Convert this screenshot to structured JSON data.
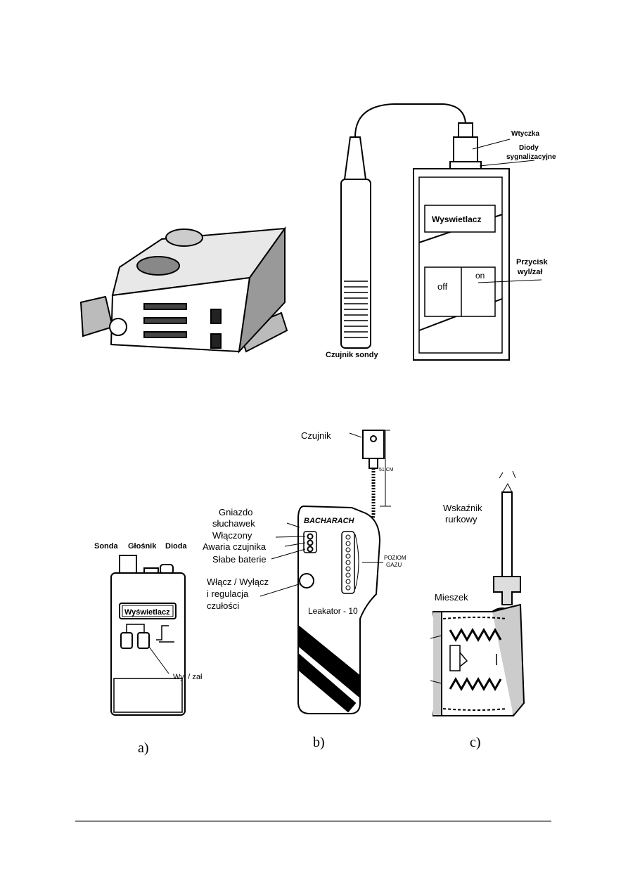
{
  "top_right": {
    "plug": "Wtyczka",
    "diodes_1": "Diody",
    "diodes_2": "sygnalizacyjne",
    "display": "Wyswietlacz",
    "button_1": "Przycisk",
    "button_2": "wyl/zał",
    "off": "off",
    "on": "on",
    "probe_sensor": "Czujnik sondy"
  },
  "panel_a": {
    "probe": "Sonda",
    "speaker": "Głośnik",
    "diode": "Dioda",
    "display": "Wyświetlacz",
    "switch": "Wył / zał",
    "caption": "a)"
  },
  "panel_b": {
    "sensor": "Czujnik",
    "length": "51 CM",
    "headphone_1": "Gniazdo",
    "headphone_2": "słuchawek",
    "on": "Włączony",
    "sensor_fault": "Awaria czujnika",
    "low_battery": "Słabe baterie",
    "switch_1": "Włącz / Wyłącz",
    "switch_2": "i regulacja",
    "switch_3": "czułości",
    "brand": "BACHARACH",
    "gas_1": "POZIOM",
    "gas_2": "GAZU",
    "model": "Leakator - 10",
    "caption": "b)"
  },
  "panel_c": {
    "tube_1": "Wskaźnik",
    "tube_2": "rurkowy",
    "bellows": "Mieszek",
    "caption": "c)"
  }
}
